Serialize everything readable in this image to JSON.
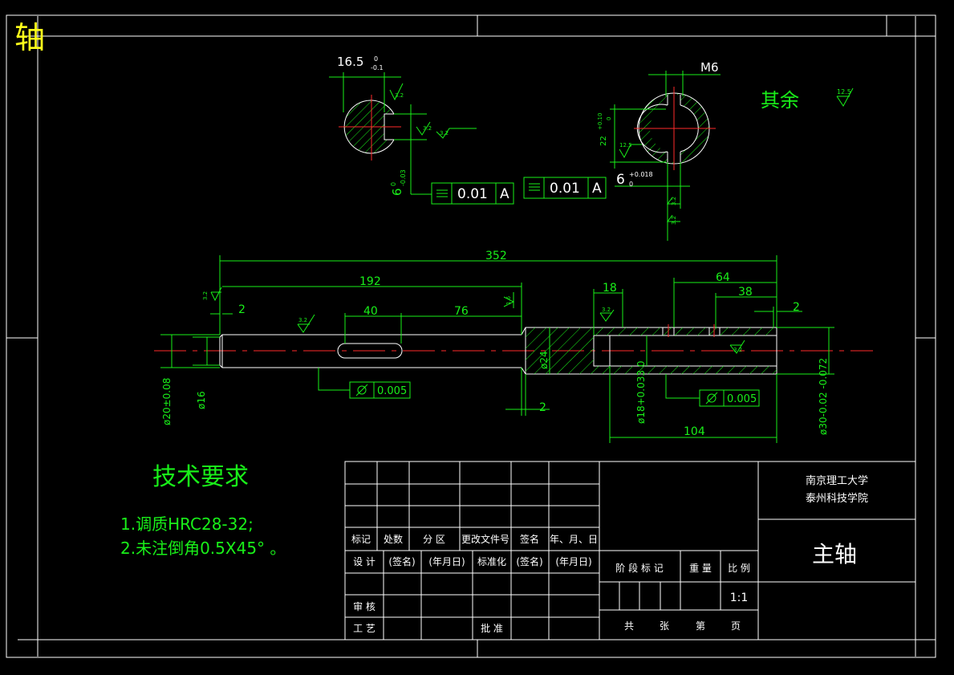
{
  "sheet_title": "轴",
  "colors": {
    "dim": "#19f019",
    "outline": "#ffffff",
    "center": "#ff2a2a",
    "title": "#ffff1a"
  },
  "section_left": {
    "dim_width": "16.5",
    "tol_width_upper": "0",
    "tol_width_lower": "-0.1",
    "dim_key": "6",
    "tol_key_upper": "0",
    "tol_key_lower": "-0.03",
    "rough_a": "3.2",
    "rough_b": "3.2",
    "rough_c": "3.2",
    "frame_tol": "0.01",
    "frame_datum": "A"
  },
  "section_right": {
    "thread": "M6",
    "dim_depth": "22",
    "tol_depth_upper": "+0.10",
    "tol_depth_lower": "0",
    "dim_key": "6",
    "tol_key_upper": "+0.018",
    "tol_key_lower": "0",
    "rough_a": "12.5",
    "rough_b": "3.2",
    "rough_c": "3.2",
    "frame_tol": "0.01",
    "frame_datum": "A"
  },
  "rest_surface": {
    "label": "其余",
    "rough": "12.5"
  },
  "shaft": {
    "d352": "352",
    "d192": "192",
    "d2_left": "2",
    "d40": "40",
    "d76": "76",
    "d18": "18",
    "d64": "64",
    "d38": "38",
    "d2_right": "2",
    "d2_bottom": "2",
    "d104": "104",
    "dia24": "ø24",
    "dia20": "ø20±0.08",
    "dia16": "ø16",
    "dia18": "ø18+0.033 0",
    "dia30": "ø30-0.02 -0.072",
    "rough_left_end": "3.2",
    "rough_keyway": "3.2",
    "rough_step": "1.6",
    "rough_bore": "3.2",
    "rough_inner": "3.2",
    "tol_left": "0.005",
    "tol_right": "0.005"
  },
  "tech_req": {
    "title": "技术要求",
    "items": [
      "1.调质HRC28-32;",
      "2.未注倒角0.5X45° 。"
    ]
  },
  "title_block": {
    "school_line1": "南京理工大学",
    "school_line2": "泰州科技学院",
    "part_name": "主轴",
    "header": [
      "标记",
      "处数",
      "分 区",
      "更改文件号",
      "签名",
      "年、月、日"
    ],
    "row_design": [
      "设 计",
      "(签名)",
      "(年月日)",
      "标准化",
      "(签名)",
      "(年月日)"
    ],
    "stage_labels": [
      "阶 段 标 记",
      "重 量",
      "比 例"
    ],
    "scale": "1:1",
    "review": "审 核",
    "process": "工 艺",
    "approve": "批 准",
    "sheet_info": [
      "共",
      "张",
      "第",
      "页"
    ]
  }
}
